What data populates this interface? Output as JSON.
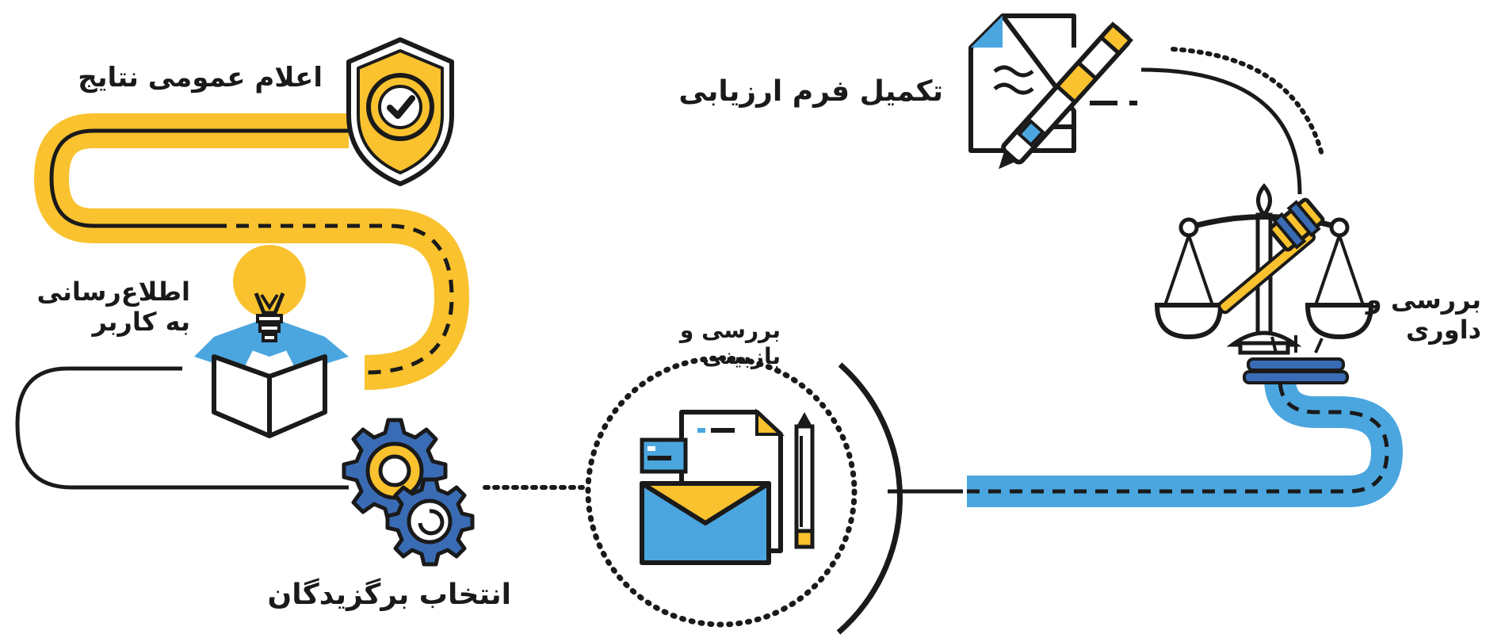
{
  "steps": {
    "announce_results": {
      "label": "اعلام عمومی نتایج",
      "icon": "shield-check-icon"
    },
    "complete_form": {
      "label": "تکمیل فرم ارزیابی",
      "icon": "document-pen-icon"
    },
    "inform_user": {
      "line1": "اطلاع‌رسانی",
      "line2": "به کاربر",
      "icon": "lightbulb-box-icon"
    },
    "review_judge": {
      "line1": "بررسی و",
      "line2": "داوری",
      "icon": "scales-gavel-icon"
    },
    "review_revise": {
      "line1": "بررسی و",
      "line2": "بازبینی",
      "icon": "mail-documents-icon"
    },
    "select_winners": {
      "label": "انتخاب برگزیدگان",
      "icon": "gears-icon"
    }
  },
  "colors": {
    "yellow": "#F9C22E",
    "blue": "#4BA6DF",
    "dark_blue": "#3A6CB5",
    "ink": "#1a1a1a"
  }
}
